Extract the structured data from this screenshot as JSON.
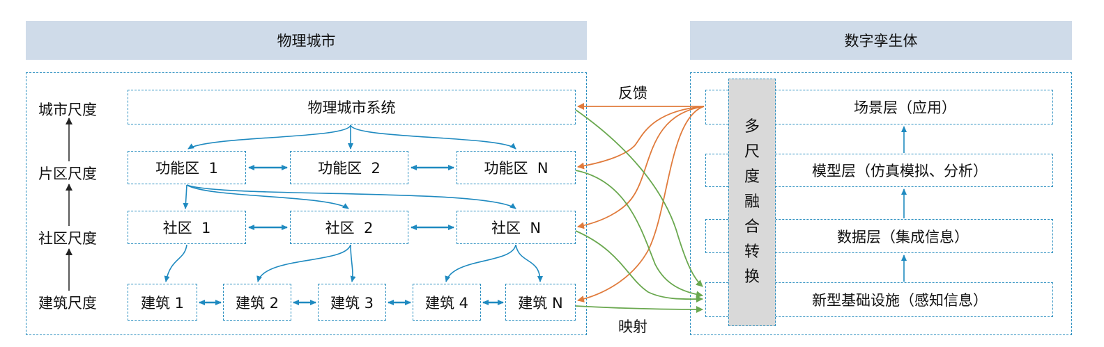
{
  "headers": {
    "physical": "物理城市",
    "digital": "数字孪生体"
  },
  "scales": [
    "城市尺度",
    "片区尺度",
    "社区尺度",
    "建筑尺度"
  ],
  "physical": {
    "system": "物理城市系统",
    "functional": [
      "功能区  1",
      "功能区  2",
      "功能区  N"
    ],
    "community": [
      "社区  1",
      "社区  2",
      "社区  N"
    ],
    "buildings": [
      "建筑 1",
      "建筑 2",
      "建筑 3",
      "建筑 4",
      "建筑 N"
    ]
  },
  "digital": {
    "layers": [
      "场景层（应用）",
      "模型层（仿真模拟、分析）",
      "数据层（集成信息）",
      "新型基础设施（感知信息）"
    ],
    "fusion_chars": [
      "多",
      "尺",
      "度",
      "融",
      "合",
      "转",
      "换"
    ]
  },
  "links": {
    "feedback": "反馈",
    "mapping": "映射"
  },
  "colors": {
    "header_bg": "#cfdbe9",
    "blue": "#1f8ac0",
    "orange": "#e07b3c",
    "green": "#6aa84f",
    "fusion_bg": "#d9d9d9"
  }
}
